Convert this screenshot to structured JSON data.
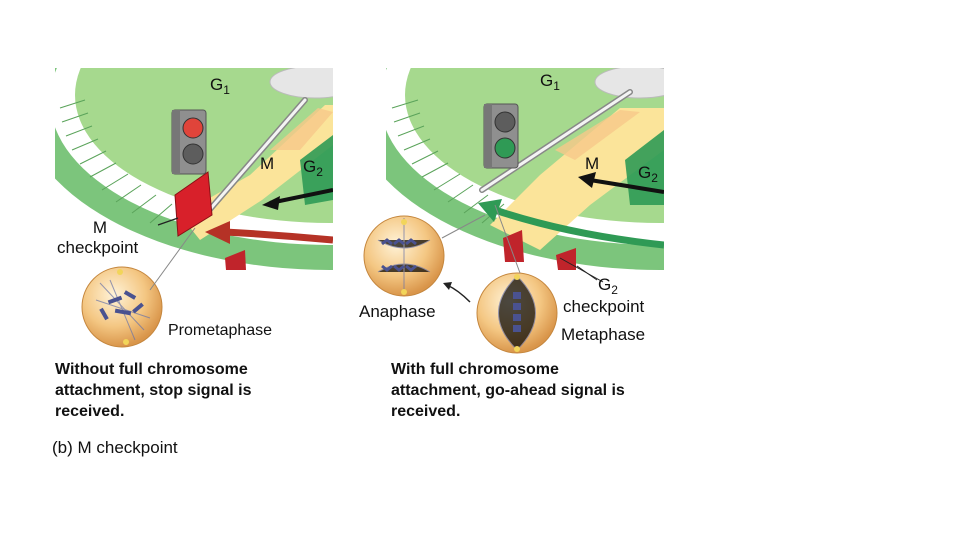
{
  "panel_left": {
    "phase_g1": "G",
    "phase_g1_sub": "1",
    "phase_m": "M",
    "phase_g2": "G",
    "phase_g2_sub": "2",
    "checkpoint_label_line1": "M",
    "checkpoint_label_line2": "checkpoint",
    "cell_stage": "Prometaphase",
    "caption": "Without full chromosome attachment, stop signal is received.",
    "light_color": "#e0443a"
  },
  "panel_right": {
    "phase_g1": "G",
    "phase_g1_sub": "1",
    "phase_m": "M",
    "phase_g2": "G",
    "phase_g2_sub": "2",
    "checkpoint_label_g": "G",
    "checkpoint_label_sub": "2",
    "checkpoint_label_word": "checkpoint",
    "cell_stage_anaphase": "Anaphase",
    "cell_stage_metaphase": "Metaphase",
    "caption": "With full chromosome attachment, go-ahead signal is received.",
    "light_color": "#2f9a55"
  },
  "figure_label": "(b) M checkpoint",
  "colors": {
    "ring_green": "#8fd38a",
    "inner_green": "#b8e3a0",
    "yellow_band": "#fbe49a",
    "red_gate": "#d8202a",
    "cell_orange": "#f2c27a"
  }
}
